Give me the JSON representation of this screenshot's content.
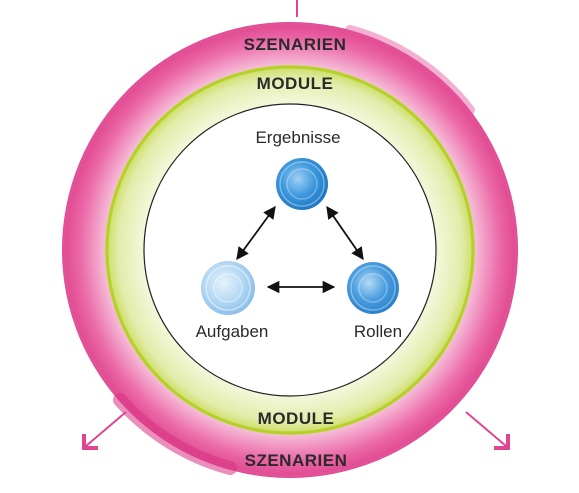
{
  "diagram": {
    "outer_ring": {
      "label_top": "SZENARIEN",
      "label_bottom": "SZENARIEN",
      "color": "#e0458f"
    },
    "middle_ring": {
      "label_top": "MODULE",
      "label_bottom": "MODULE",
      "color": "#b7cf2a"
    },
    "nodes": [
      {
        "label": "Ergebnisse",
        "color": "#2b8fd6"
      },
      {
        "label": "Aufgaben",
        "color": "#9fcbef"
      },
      {
        "label": "Rollen",
        "color": "#3d95da"
      }
    ],
    "connections": [
      {
        "from": "Ergebnisse",
        "to": "Aufgaben",
        "bidirectional": true
      },
      {
        "from": "Ergebnisse",
        "to": "Rollen",
        "bidirectional": true
      },
      {
        "from": "Aufgaben",
        "to": "Rollen",
        "bidirectional": true
      }
    ],
    "accent_color": "#e0458f"
  }
}
